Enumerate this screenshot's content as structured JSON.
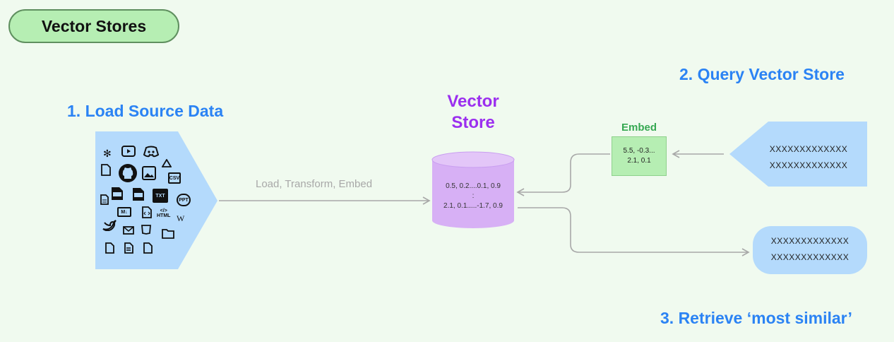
{
  "title": "Vector Stores",
  "headings": {
    "load": "1. Load Source Data",
    "query": "2. Query Vector Store",
    "retrieve": "3. Retrieve ‘most similar’"
  },
  "vector_store": {
    "title_line1": "Vector",
    "title_line2": "Store",
    "row1": "0.5, 0.2....0.1, 0.9",
    "dots": ":",
    "row2": "2.1, 0.1.....-1.7, 0.9"
  },
  "flow_label": "Load, Transform, Embed",
  "embed": {
    "label": "Embed",
    "line1": "5.5, -0.3...",
    "line2": "2.1, 0.1"
  },
  "query": {
    "line1": "XXXXXXXXXXXXX",
    "line2": "XXXXXXXXXXXXX"
  },
  "retrieve": {
    "line1": "XXXXXXXXXXXXX",
    "line2": "XXXXXXXXXXXXX"
  },
  "source_icons": {
    "csv": "CSV",
    "txt": "TXT",
    "ppt": "PPT",
    "md": "M↓",
    "html": "HTML",
    "wiki": "W"
  },
  "colors": {
    "background": "#f0faef",
    "heading_blue": "#2b83f4",
    "vector_store_purple": "#9b2fef",
    "cylinder_fill": "#d7b0f5",
    "embed_green": "#b6eeb3",
    "source_blue": "#b4dafc",
    "arrow_gray": "#a8a8a8"
  }
}
